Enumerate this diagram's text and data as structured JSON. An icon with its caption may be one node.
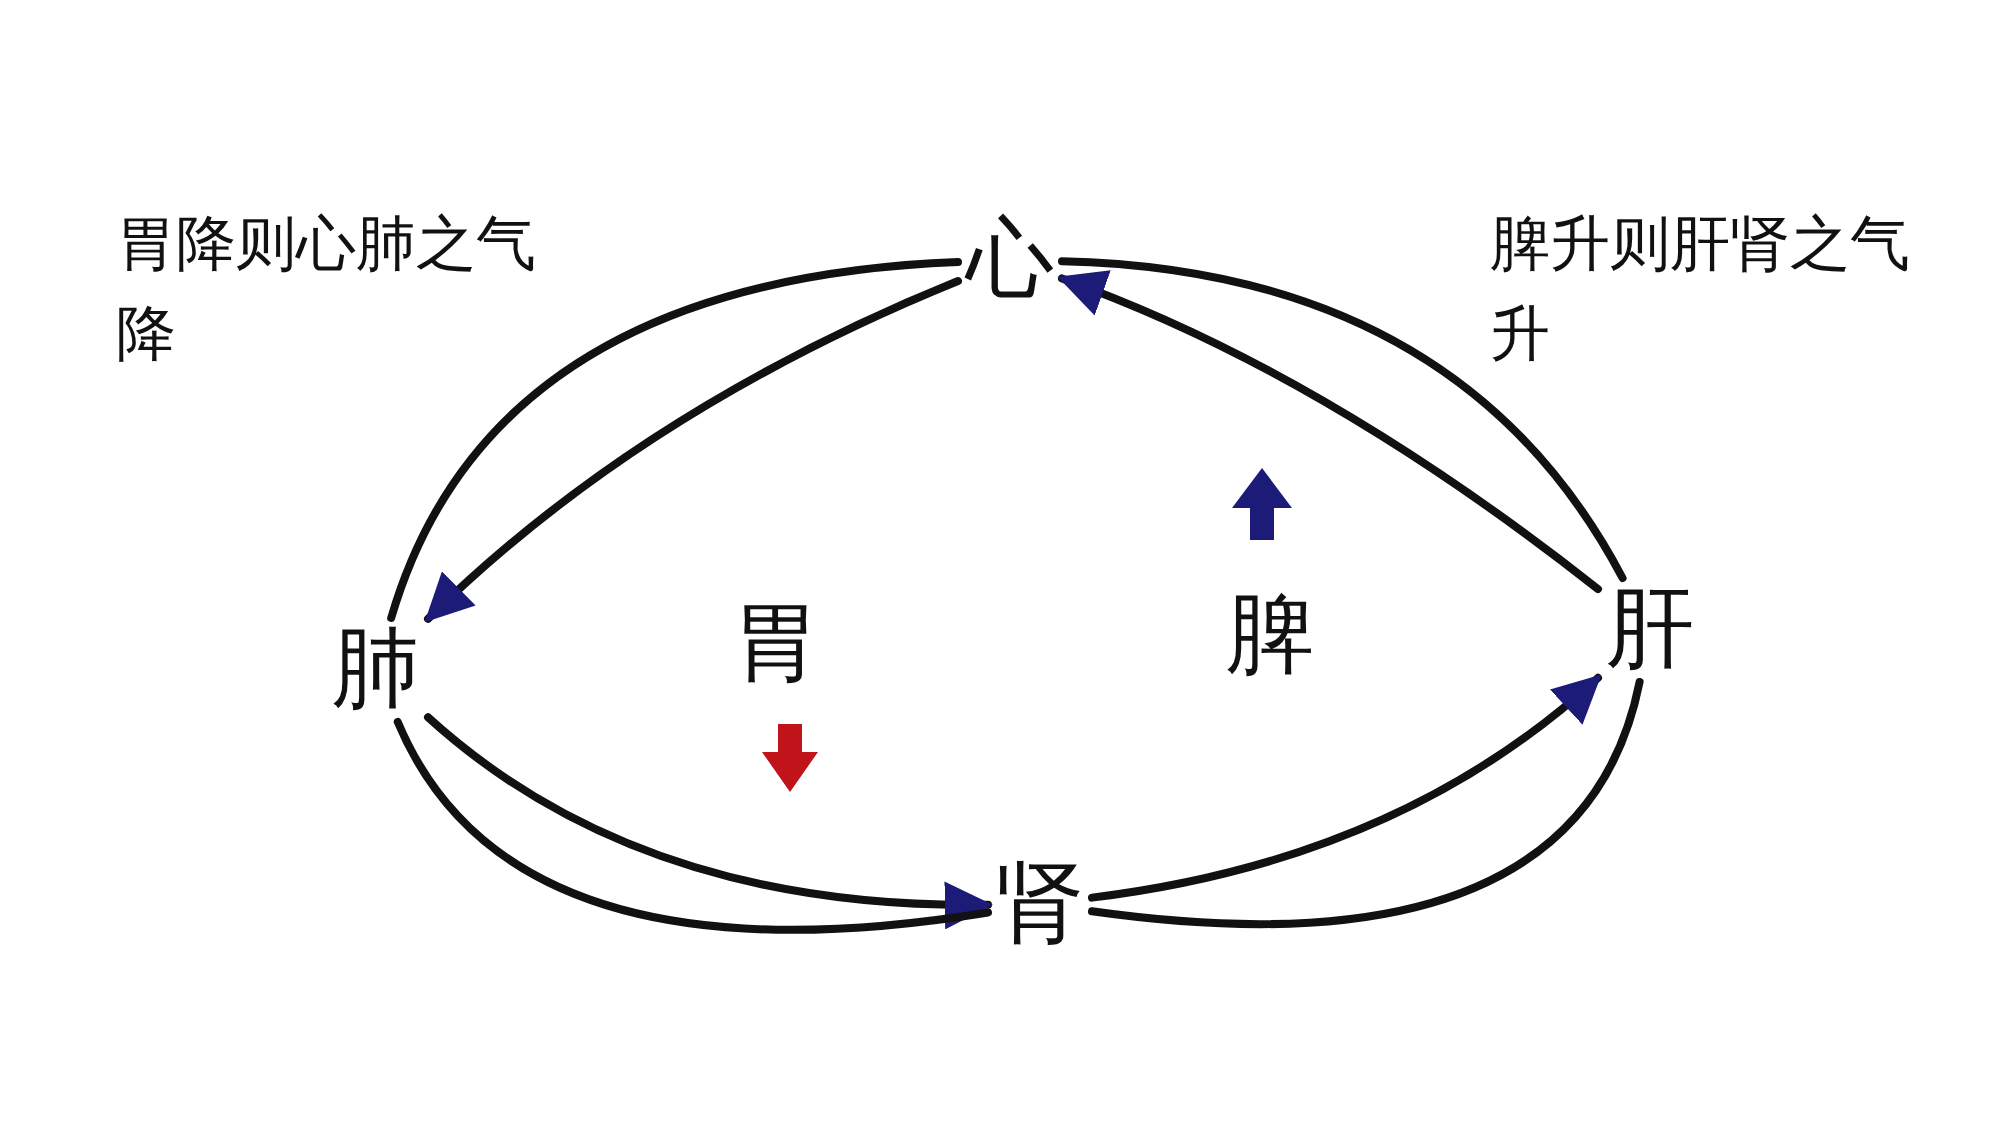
{
  "diagram": {
    "nodes": [
      {
        "text": [
          "心"
        ]
      },
      {
        "text": [
          "肺"
        ]
      },
      {
        "text": [
          "胃"
        ]
      },
      {
        "text": [
          "脾"
        ]
      },
      {
        "text": [
          "肝"
        ]
      },
      {
        "text": [
          "肾"
        ]
      }
    ],
    "edges": [
      {
        "from": 0,
        "to": 1,
        "arrow": "to"
      },
      {
        "from": 1,
        "to": 0,
        "arrow": "none"
      },
      {
        "from": 1,
        "to": 5,
        "arrow": "to"
      },
      {
        "from": 1,
        "to": 5,
        "arrow": "none"
      },
      {
        "from": 5,
        "to": 4,
        "arrow": "to"
      },
      {
        "from": 5,
        "to": 4,
        "arrow": "none"
      },
      {
        "from": 4,
        "to": 0,
        "arrow": "to"
      },
      {
        "from": 0,
        "to": 4,
        "arrow": "none"
      }
    ],
    "labels": [
      "胃降则心肺之气降",
      "脾升则肝肾之气升"
    ]
  }
}
